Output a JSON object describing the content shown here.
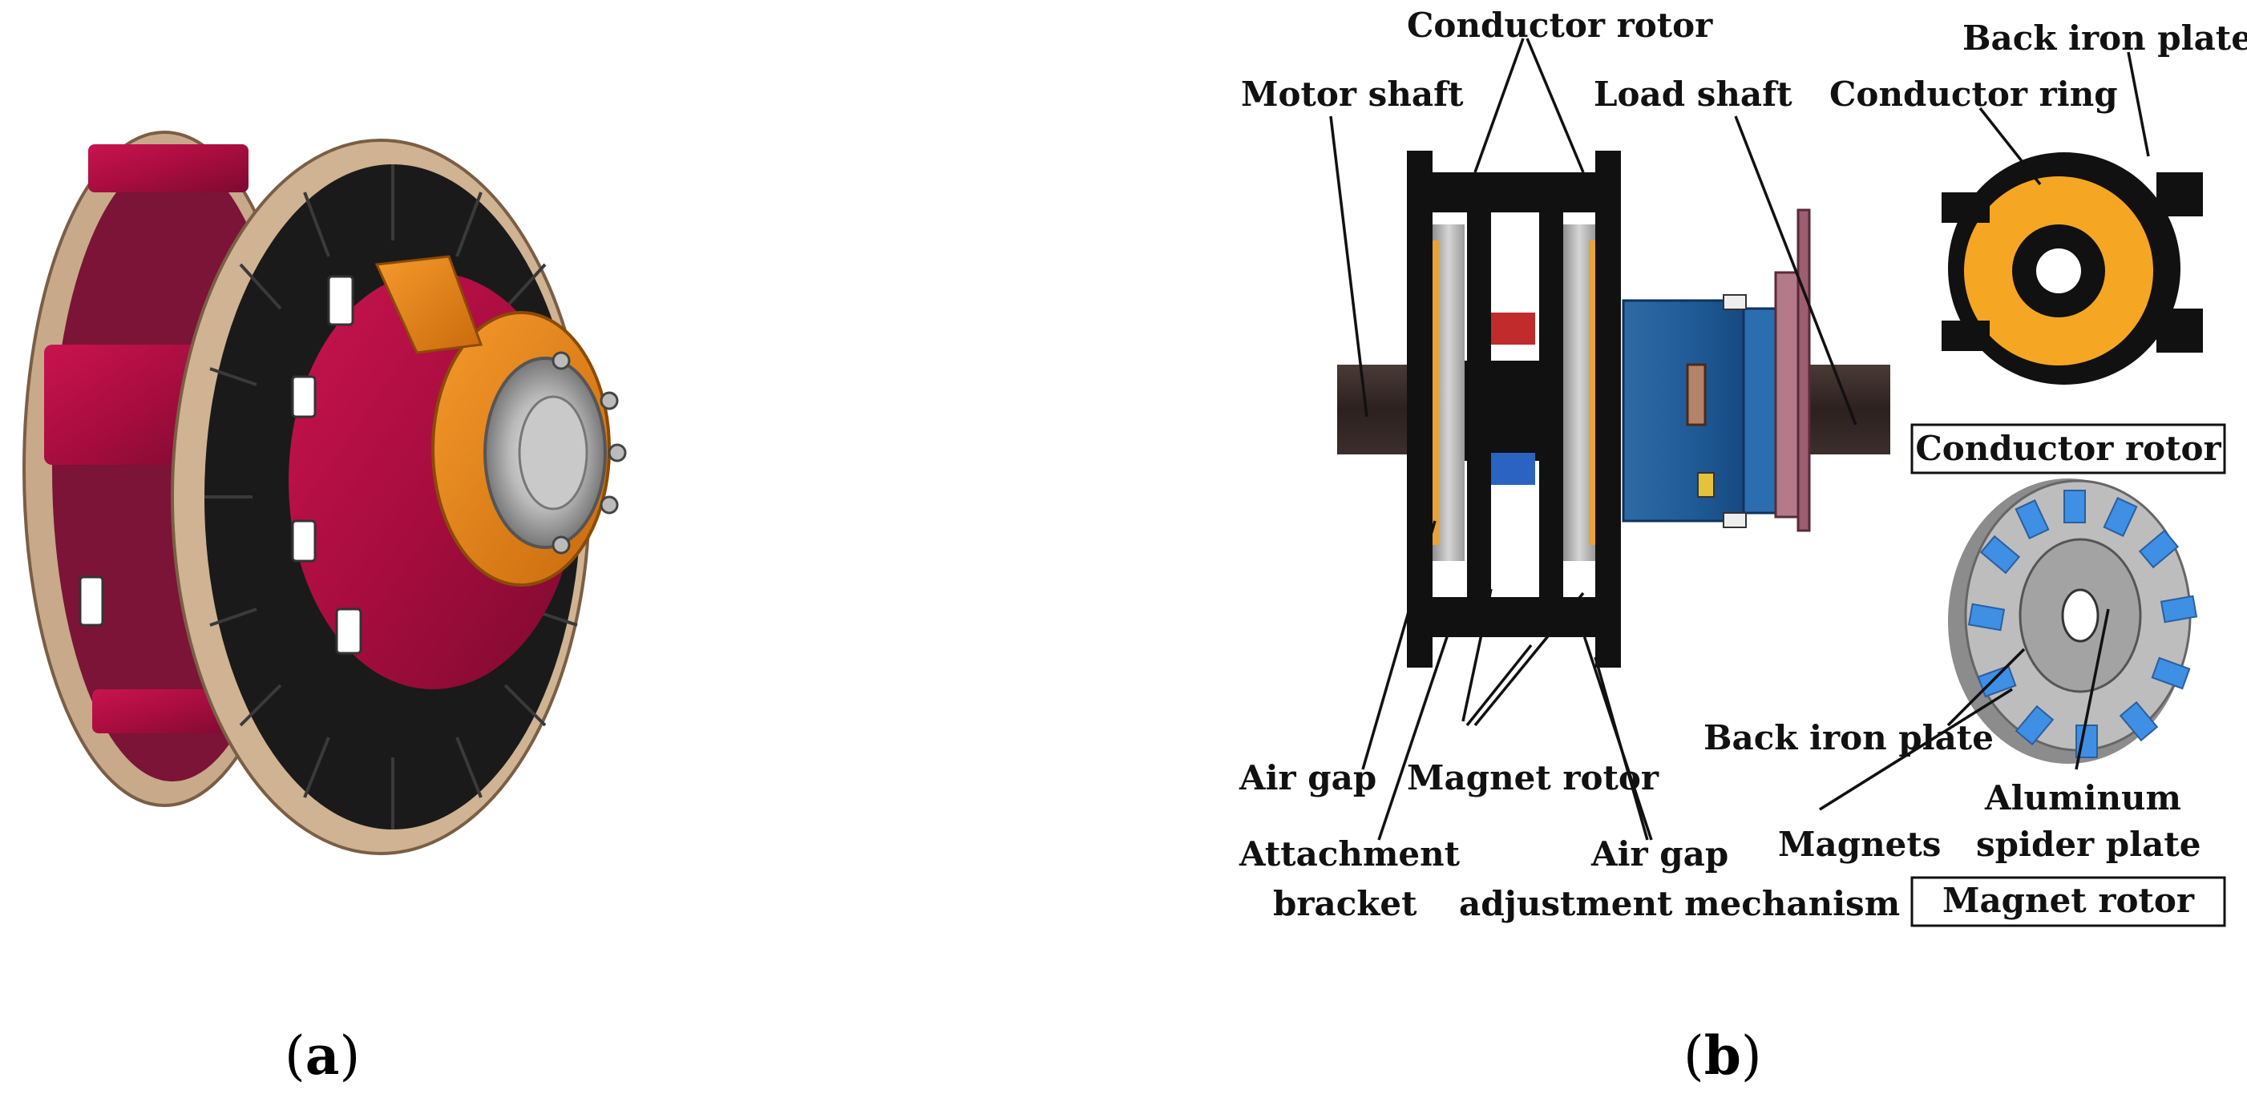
{
  "panels": {
    "a": {
      "caption_open": "(",
      "caption_letter": "a",
      "caption_close": ")"
    },
    "b": {
      "caption_open": "(",
      "caption_letter": "b",
      "caption_close": ")",
      "labels": {
        "conductor_rotor_top": "Conductor rotor",
        "motor_shaft": "Motor shaft",
        "load_shaft": "Load shaft",
        "back_iron_plate_top": "Back iron plate",
        "conductor_ring": "Conductor ring",
        "air_gap_left": "Air gap",
        "magnet_rotor_bottom": "Magnet rotor",
        "attachment_bracket_line1": "Attachment",
        "attachment_bracket_line2": "bracket",
        "air_gap_mech_line1": "Air gap",
        "air_gap_mech_line2": "adjustment mechanism",
        "back_iron_plate_bottom": "Back iron plate",
        "magnets": "Magnets",
        "aluminum_line1": "Aluminum",
        "aluminum_line2": "spider plate"
      },
      "boxes": {
        "conductor_rotor": "Conductor rotor",
        "magnet_rotor": "Magnet rotor"
      }
    }
  }
}
